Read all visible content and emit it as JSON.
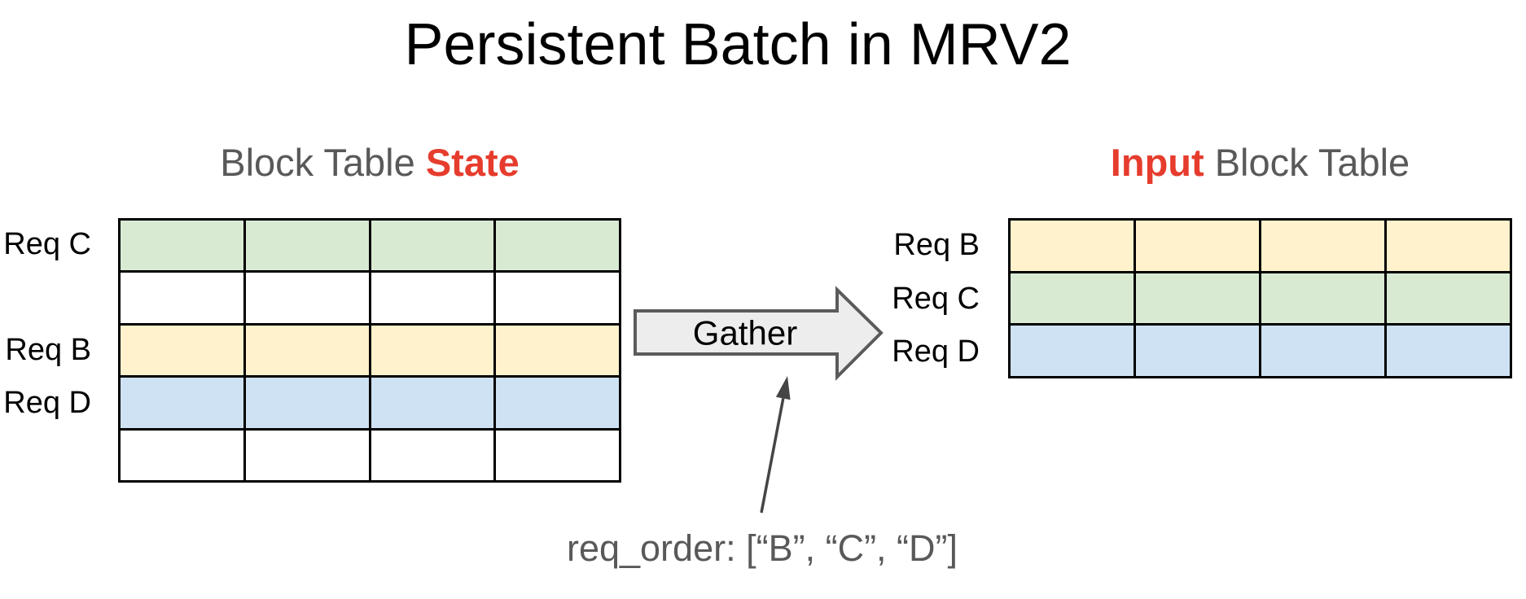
{
  "title": "Persistent Batch in MRV2",
  "left_panel": {
    "heading": {
      "prefix": "Block Table ",
      "highlight": "State"
    },
    "table": {
      "rows": 5,
      "cols": 4,
      "row_colors": [
        "green",
        "white",
        "yellow",
        "blue",
        "white"
      ],
      "labels": [
        {
          "text": "Req C",
          "row": 0
        },
        {
          "text": "Req B",
          "row": 2
        },
        {
          "text": "Req D",
          "row": 3
        }
      ]
    }
  },
  "right_panel": {
    "heading": {
      "highlight": "Input",
      "suffix": " Block Table"
    },
    "table": {
      "rows": 3,
      "cols": 4,
      "row_colors": [
        "yellow",
        "green",
        "blue"
      ],
      "labels": [
        {
          "text": "Req B",
          "row": 0
        },
        {
          "text": "Req C",
          "row": 1
        },
        {
          "text": "Req D",
          "row": 2
        }
      ]
    }
  },
  "gather": {
    "label": "Gather"
  },
  "annotation": {
    "text": "req_order: [“B”, “C”, “D”]"
  },
  "colors": {
    "green": "#d9ead3",
    "yellow": "#fff2cc",
    "blue": "#cfe2f3",
    "white": "#ffffff",
    "accent_red": "#e63c2d",
    "heading_gray": "#595959",
    "arrow_fill": "#ededed",
    "arrow_stroke": "#5b5b5b",
    "thin_arrow": "#454545"
  }
}
